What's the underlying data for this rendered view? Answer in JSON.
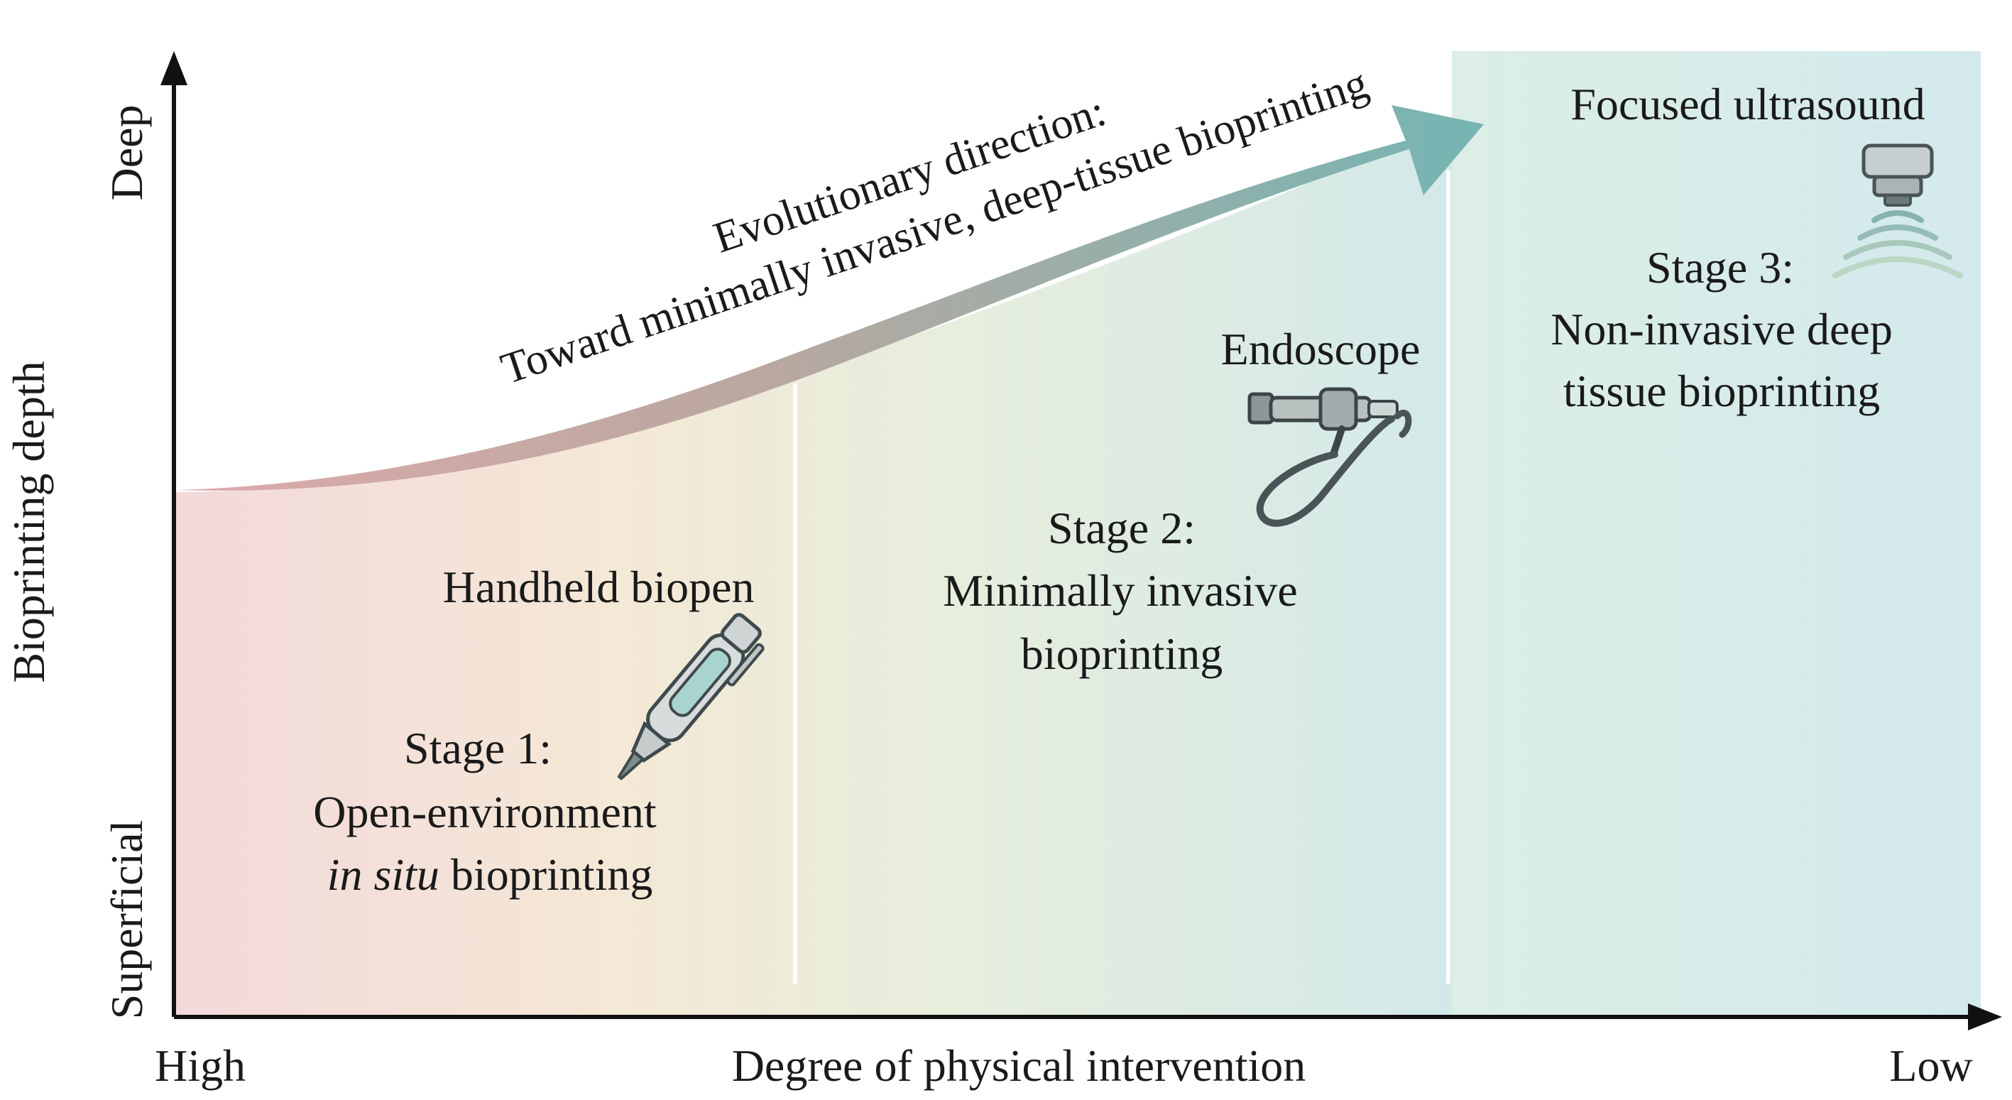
{
  "axes": {
    "y_title": "Bioprinting depth",
    "y_top": "Deep",
    "y_bottom": "Superficial",
    "x_title": "Degree of physical intervention",
    "x_left": "High",
    "x_right": "Low"
  },
  "arrow": {
    "line1": "Evolutionary direction:",
    "line2": "Toward minimally invasive, deep-tissue bioprinting"
  },
  "stages": [
    {
      "tool": "Handheld biopen",
      "title": "Stage 1:",
      "desc1": "Open-environment",
      "desc2_italic": "in situ",
      "desc2_rest": " bioprinting",
      "icon": "biopen-icon"
    },
    {
      "tool": "Endoscope",
      "title": "Stage 2:",
      "desc1": "Minimally invasive",
      "desc2": "bioprinting",
      "icon": "endoscope-icon"
    },
    {
      "tool": "Focused ultrasound",
      "title": "Stage 3:",
      "desc1": "Non-invasive deep",
      "desc2": "tissue bioprinting",
      "icon": "ultrasound-transducer-icon"
    }
  ],
  "colors": {
    "stage1_bg": "#f2dcdc",
    "stage2_bg": "#f2ead8",
    "stage3_bg": "#d8ece8",
    "arrow_start": "#d9a6a6",
    "arrow_end": "#7fb9b6",
    "axis": "#111111"
  }
}
